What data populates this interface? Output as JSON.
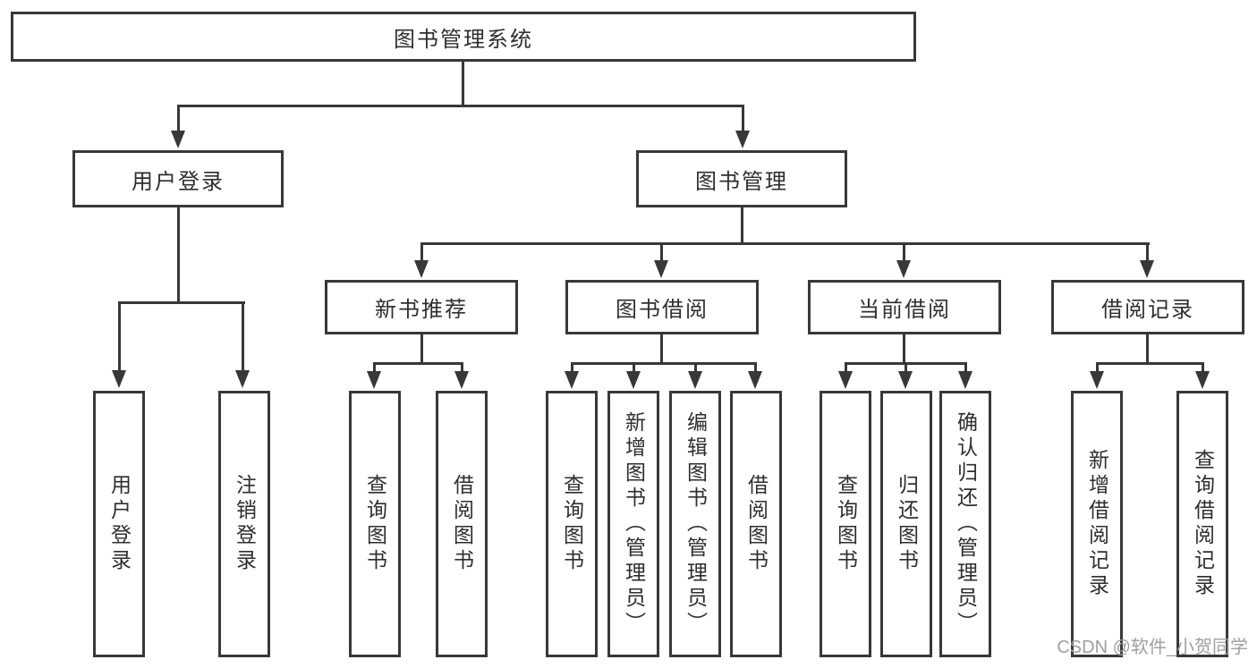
{
  "diagram": {
    "root": {
      "label": "图书管理系统"
    },
    "level2": [
      {
        "label": "用户登录",
        "children": [
          {
            "label": "用户登录"
          },
          {
            "label": "注销登录"
          }
        ]
      },
      {
        "label": "图书管理",
        "children": [
          {
            "label": "新书推荐",
            "children": [
              {
                "label": "查询图书"
              },
              {
                "label": "借阅图书"
              }
            ]
          },
          {
            "label": "图书借阅",
            "children": [
              {
                "label": "查询图书"
              },
              {
                "label": "新增图书（管理员）"
              },
              {
                "label": "编辑图书（管理员）"
              },
              {
                "label": "借阅图书"
              }
            ]
          },
          {
            "label": "当前借阅",
            "children": [
              {
                "label": "查询图书"
              },
              {
                "label": "归还图书"
              },
              {
                "label": "确认归还（管理员）"
              }
            ]
          },
          {
            "label": "借阅记录",
            "children": [
              {
                "label": "新增借阅记录"
              },
              {
                "label": "查询借阅记录"
              }
            ]
          }
        ]
      }
    ]
  },
  "watermark": {
    "text": "CSDN @软件_小贺同学"
  },
  "colors": {
    "line": "#383838",
    "text": "#2e2e2e",
    "watermark": "#9f9f9f",
    "background": "#ffffff"
  }
}
